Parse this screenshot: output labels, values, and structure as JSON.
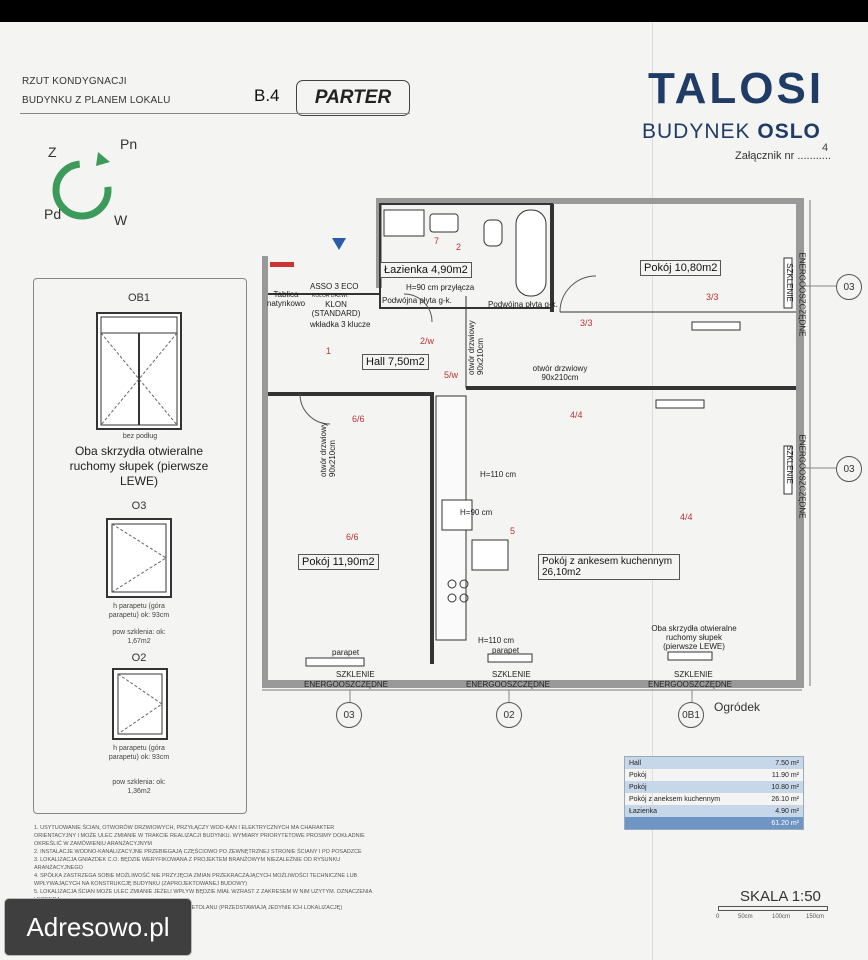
{
  "header": {
    "title_line1": "RZUT KONDYGNACJI",
    "title_line2": "BUDYNKU Z PLANEM LOKALU",
    "unit_code": "B.4",
    "floor": "PARTER"
  },
  "brand": {
    "name": "TALOSI",
    "building": "BUDYNEK",
    "building_name": "OSLO",
    "annex_label": "Załącznik nr",
    "annex_value": "4"
  },
  "compass": {
    "n": "Z",
    "ne": "Pn",
    "sw": "Pd",
    "se": "W"
  },
  "legend": {
    "ob1": {
      "label": "OB1",
      "sill": "bez podług",
      "description": "Oba skrzydła otwieralne ruchomy słupek (pierwsze LEWE)"
    },
    "o3": {
      "label": "O3",
      "sill": "h parapetu (góra parapetu) ok: 93cm",
      "area": "pow szklenia: ok: 1,67m2"
    },
    "o2": {
      "label": "O2",
      "sill": "h parapetu (góra parapetu) ok: 93cm",
      "area": "pow szklenia: ok: 1,36m2"
    }
  },
  "rooms": {
    "lazienka": "Łazienka 4,90m2",
    "pokoj1": "Pokój 10,80m2",
    "hall": "Hall 7,50m2",
    "pokoj2": "Pokój 11,90m2",
    "salon": "Pokój z ankesem kuchennym 26,10m2"
  },
  "plan_notes": {
    "tablica": "Tablica natynkowo",
    "asso": "ASSO 3 ECO",
    "klon_color": "KOLOR DRZWI:",
    "klon": "KLON (STANDARD)",
    "wkladka": "wkładka 3 klucze",
    "h90": "H=90 cm przyłącza",
    "plyta1": "Podwójna płyta g-k.",
    "plyta2": "Podwójna płyta g-k.",
    "otwor1": "otwór drzwiowy 90x210cm",
    "otwor2": "otwór drzwiowy 90x210cm",
    "otwor3": "otwór drzwiowy 90x210cm",
    "h110a": "H=110 cm",
    "h110b": "H=110 cm",
    "h90b": "H=90 cm",
    "szklenie": "SZKLENIE",
    "energo": "ENERGOOSZCZĘDNE",
    "parapet": "parapet",
    "ob_note": "Oba skrzydła otwieralne ruchomy słupek (pierwsze LEWE)",
    "garden": "Ogródek",
    "marks": [
      "1",
      "2",
      "2/w",
      "5/w",
      "3/3",
      "3/3",
      "4/4",
      "4/4",
      "6/6",
      "6/6",
      "5",
      "7"
    ]
  },
  "axis_labels": [
    "03",
    "02",
    "0B1",
    "03",
    "03"
  ],
  "summary": {
    "rows": [
      {
        "name": "Hall",
        "value": "7.50 m²"
      },
      {
        "name": "Pokój",
        "value": "11.90 m²"
      },
      {
        "name": "Pokój",
        "value": "10.80 m²"
      },
      {
        "name": "Pokój z aneksem kuchennym",
        "value": "26.10 m²"
      },
      {
        "name": "Łazienka",
        "value": "4.90 m²"
      }
    ],
    "total": "61.20 m²"
  },
  "notes": [
    "1. USYTUOWANIE ŚCIAN, OTWORÓW DRZWIOWYCH, PRZYŁĄCZY WOD-KAN I ELEKTRYCZNYCH MA CHARAKTER ORIENTACYJNY I MOŻE ULEC ZMIANIE W TRAKCIE REALIZACJI BUDYNKU. WYMIARY PRIORYTETOWE PROSIMY DOKŁADNIE OKREŚLIĆ W ZAMÓWIENIU ARANŻACYJNYM",
    "2. INSTALACJE WODNO-KANALIZACYJNE PRZEBIEGAJĄ CZĘŚCIOWO PO ZEWNĘTRZNEJ STRONIE ŚCIANY I PO POSADZCE",
    "3. LOKALIZACJA GNIAZDEK C.O. BĘDZIE WERYFIKOWANA Z PROJEKTEM BRANŻOWYM NIEZALEŻNIE OD RYSUNKU ARANŻACYJNEGO",
    "4. SPÓŁKA ZASTRZEGA SOBIE MOŻLIWOŚĆ NIE PRZYJĘCIA ZMIAN PRZEKRACZAJĄCYCH MOŻLIWOŚCI TECHNICZNE LUB WPŁYWAJĄCYCH NA KONSTRUKCJĘ BUDYNKU (ZAPROJEKTOWANEJ BUDOWY)",
    "5. LOKALIZACJA ŚCIAN MOŻE ULEC ZMIANIE JEŻELI WPŁYW BĘDZIE MIAŁ WZRAST Z ZAKRESEM W NIM UZYTYM. OZNACZENIA LEGENDA",
    "6. SYMBOLE ZNAJDUJĄCE SIĘ NA RYSUNKU NIE DOTYCZĄ ETOLANU (PRZEDSTAWIAJĄ JEDYNIE ICH LOKALIZACJĘ)"
  ],
  "scale": {
    "label": "SKALA 1:50",
    "ticks": [
      "0",
      "50cm",
      "100cm",
      "150cm"
    ]
  },
  "watermark": "Adresowo.pl",
  "colors": {
    "brand": "#1f3c66",
    "compass": "#3c9a5b",
    "marker": "#2a5caa",
    "summary_header": "#6f95c5"
  }
}
